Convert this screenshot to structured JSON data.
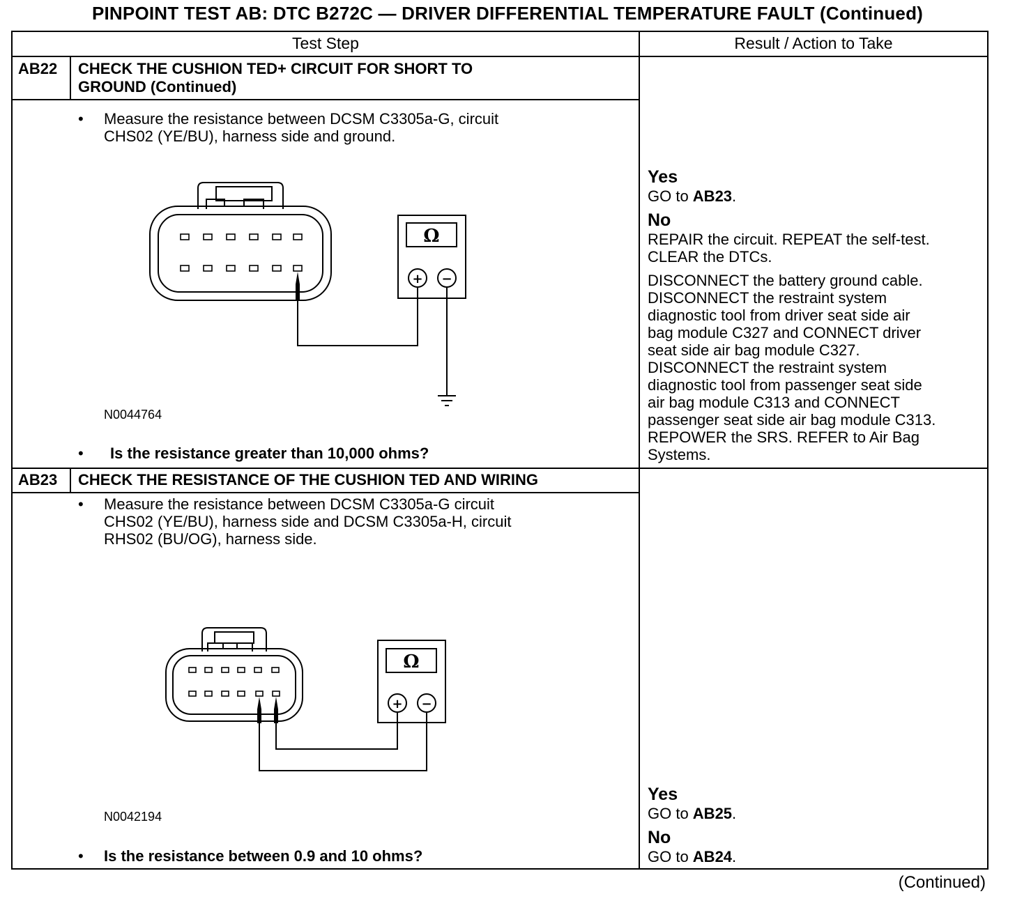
{
  "title": "PINPOINT TEST  AB: DTC B272C — DRIVER DIFFERENTIAL TEMPERATURE FAULT (Continued)",
  "headers": {
    "test_step": "Test Step",
    "result": "Result / Action to Take"
  },
  "ab22": {
    "id": "AB22",
    "title_line1": "CHECK THE CUSHION TED+ CIRCUIT FOR SHORT TO",
    "title_line2": "GROUND (Continued)",
    "bullet": "•",
    "measure_line1": "Measure the resistance between DCSM C3305a-G, circuit",
    "measure_line2": "CHS02 (YE/BU), harness side and ground.",
    "figure_id": "N0044764",
    "meter_symbol": "Ω",
    "plus": "+",
    "minus": "−",
    "question": "Is the resistance greater than 10,000 ohms?",
    "yes_label": "Yes",
    "yes_go": "GO to ",
    "yes_target": "AB23",
    "yes_end": ".",
    "no_label": "No",
    "no_line1": "REPAIR the circuit. REPEAT the self-test.",
    "no_line2": "CLEAR the DTCs.",
    "disc_lines": [
      "DISCONNECT the battery ground cable.",
      "DISCONNECT the restraint system",
      "diagnostic tool from driver seat side air",
      "bag module C327 and CONNECT driver",
      "seat side air bag module C327.",
      "DISCONNECT the restraint system",
      "diagnostic tool from passenger seat  side",
      "air bag module C313 and CONNECT",
      "passenger seat side air bag module C313.",
      "REPOWER the SRS. REFER to Air Bag",
      "Systems."
    ]
  },
  "ab23": {
    "id": "AB23",
    "title": "CHECK THE RESISTANCE OF THE CUSHION TED AND WIRING",
    "bullet": "•",
    "measure_line1": "Measure the resistance between DCSM C3305a-G circuit",
    "measure_line2": "CHS02 (YE/BU), harness side and DCSM C3305a-H, circuit",
    "measure_line3": "RHS02 (BU/OG), harness side.",
    "figure_id": "N0042194",
    "meter_symbol": "Ω",
    "plus": "+",
    "minus": "−",
    "question": "Is the resistance between 0.9 and 10 ohms?",
    "yes_label": "Yes",
    "yes_go": "GO to ",
    "yes_target": "AB25",
    "yes_end": ".",
    "no_label": "No",
    "no_go": "GO to ",
    "no_target": "AB24",
    "no_end": "."
  },
  "continued": "(Continued)"
}
